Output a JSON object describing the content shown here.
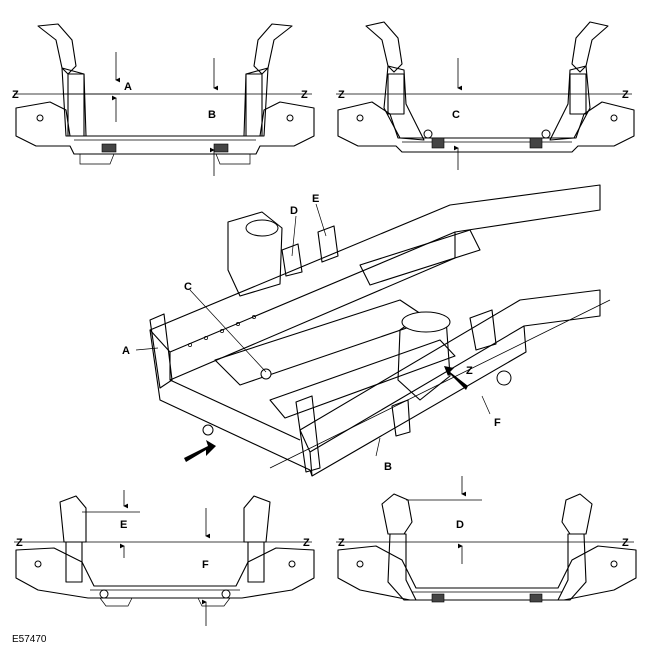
{
  "figure_id": "E57470",
  "labels": {
    "A": "A",
    "B": "B",
    "C": "C",
    "D": "D",
    "E": "E",
    "F": "F",
    "Z": "Z"
  }
}
